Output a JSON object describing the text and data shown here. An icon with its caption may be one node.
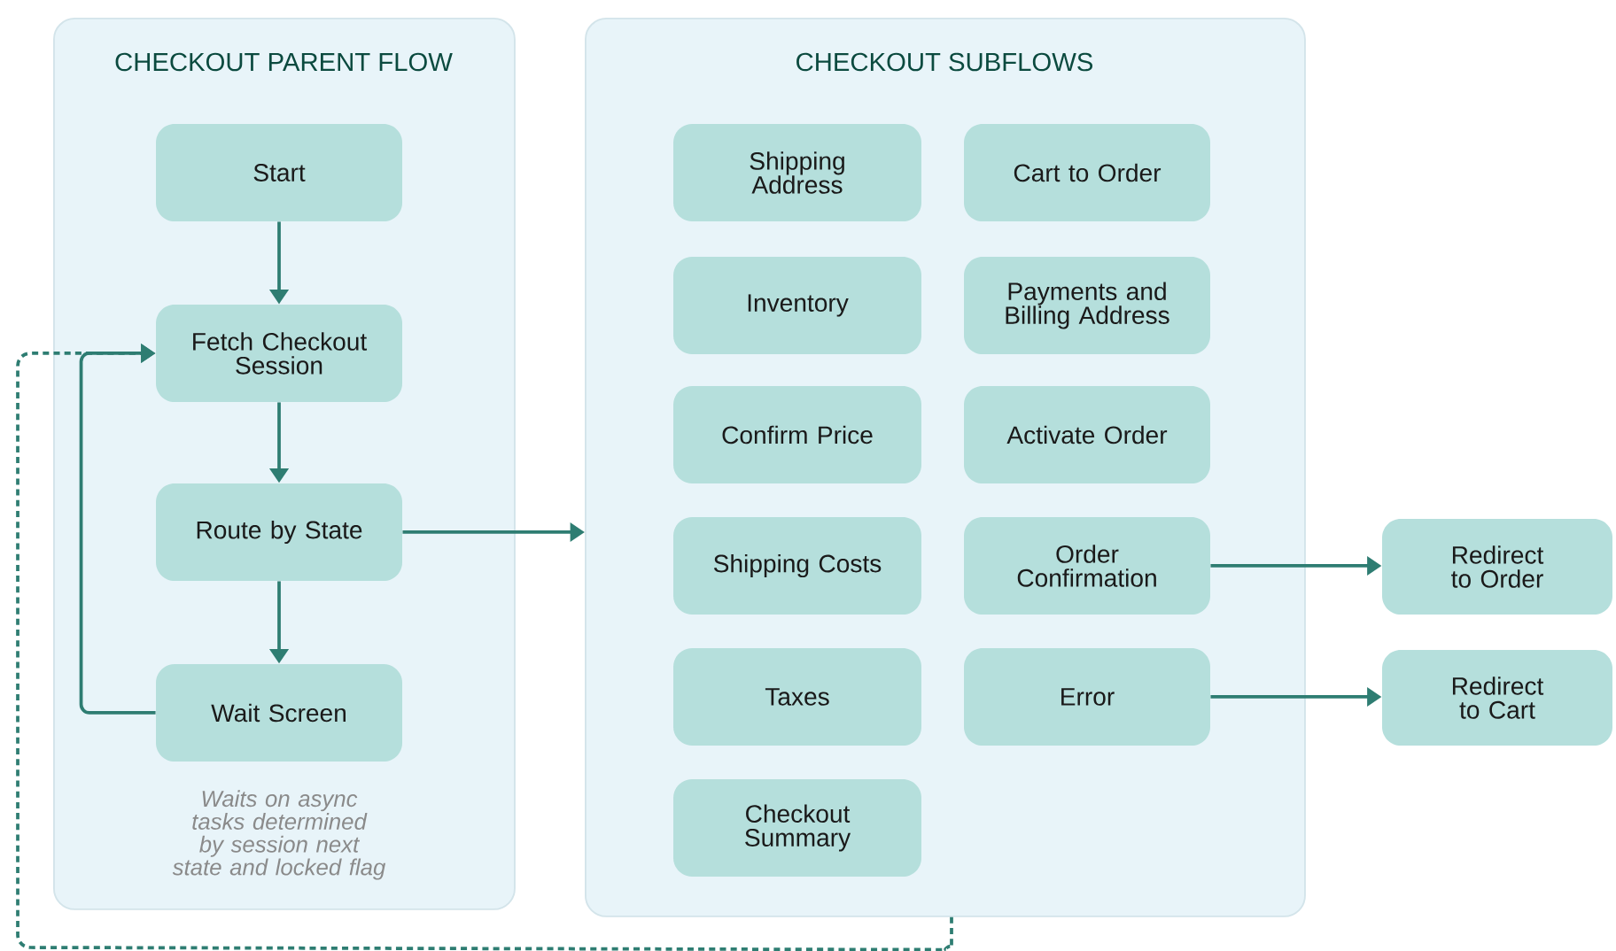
{
  "diagram": {
    "nodes": [
      {
        "text": [
          "CHECKOUT PARENT FLOW"
        ]
      },
      {
        "text": [
          "Start"
        ],
        "in": 0
      },
      {
        "text": [
          "Fetch Checkout Session"
        ],
        "in": 0
      },
      {
        "text": [
          "Route by State"
        ],
        "in": 0
      },
      {
        "text": [
          "Wait Screen"
        ],
        "in": 0,
        "beside": [
          "Waits on async tasks determined by session next state and locked flag"
        ]
      },
      {
        "text": [
          "CHECKOUT SUBFLOWS"
        ]
      },
      {
        "text": [
          "Shipping Address"
        ],
        "in": 5
      },
      {
        "text": [
          "Cart to Order"
        ],
        "in": 5
      },
      {
        "text": [
          "Inventory"
        ],
        "in": 5
      },
      {
        "text": [
          "Payments and Billing Address"
        ],
        "in": 5
      },
      {
        "text": [
          "Confirm Price"
        ],
        "in": 5
      },
      {
        "text": [
          "Activate Order"
        ],
        "in": 5
      },
      {
        "text": [
          "Shipping Costs"
        ],
        "in": 5
      },
      {
        "text": [
          "Order Confirmation"
        ],
        "in": 5
      },
      {
        "text": [
          "Taxes"
        ],
        "in": 5
      },
      {
        "text": [
          "Error"
        ],
        "in": 5
      },
      {
        "text": [
          "Checkout Summary"
        ],
        "in": 5
      },
      {
        "text": [
          "Redirect to Order"
        ]
      },
      {
        "text": [
          "Redirect to Cart"
        ]
      }
    ],
    "edges": [
      {
        "from": 1,
        "to": 2,
        "arrow": "to"
      },
      {
        "from": 2,
        "to": 3,
        "arrow": "to"
      },
      {
        "from": 3,
        "to": 4,
        "arrow": "to"
      },
      {
        "from": 4,
        "to": 2,
        "arrow": "to"
      },
      {
        "from": 3,
        "to": 5,
        "arrow": "to"
      },
      {
        "from": 13,
        "to": 17,
        "arrow": "to"
      },
      {
        "from": 15,
        "to": 18,
        "arrow": "to"
      },
      {
        "from": 5,
        "to": 2,
        "arrow": "to",
        "style": "dashed"
      }
    ]
  }
}
